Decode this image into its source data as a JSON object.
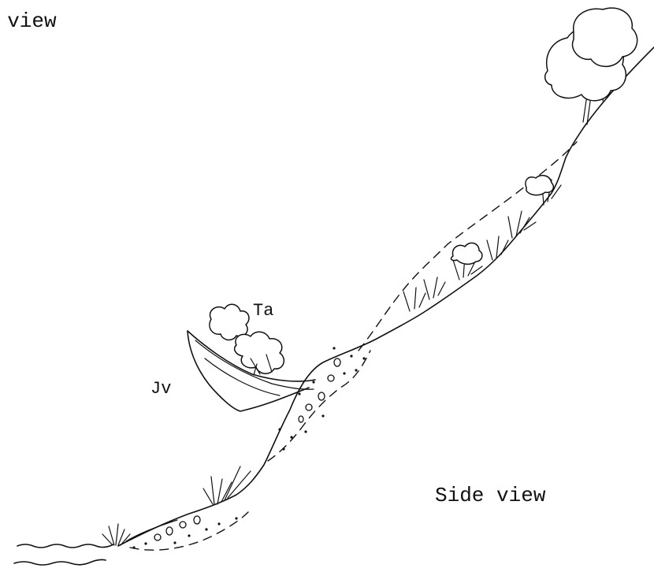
{
  "labels": {
    "top_left": "t view",
    "ta": "Ta",
    "jv": "Jv",
    "side_view": "Side view"
  }
}
